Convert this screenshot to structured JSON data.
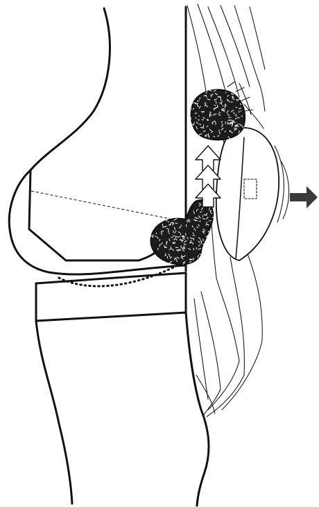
{
  "colors": {
    "line": "#111111",
    "mass": "#1c1c1c",
    "mass_speckle": "#ffffff",
    "arrow_out": "#3a3a3a",
    "background": "#ffffff"
  },
  "figure": {
    "subject": "knee-lateral-view-line-drawing",
    "masses_shown": 2,
    "upward_arrows_shown": 3,
    "outward_arrows_shown": 1
  }
}
